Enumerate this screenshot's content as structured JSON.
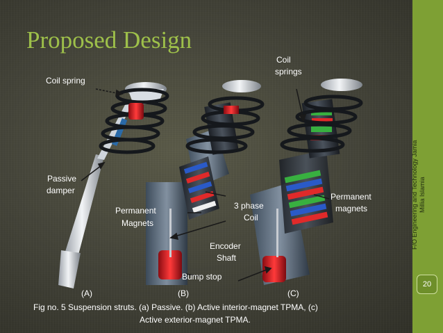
{
  "slide": {
    "title": "Proposed Design",
    "sidebar_text": "F/O Engineering and Technology Jamia Millia Islamia",
    "page_number": "20"
  },
  "labels": {
    "coil_spring": "Coil spring",
    "coil_springs_1": "Coil",
    "coil_springs_2": "springs",
    "passive_1": "Passive",
    "passive_2": "damper",
    "perm_mag_b_1": "Permanent",
    "perm_mag_b_2": "Magnets",
    "three_phase_1": "3 phase",
    "three_phase_2": "Coil",
    "perm_mag_c_1": "Permanent",
    "perm_mag_c_2": "magnets",
    "encoder_1": "Encoder",
    "encoder_2": "Shaft",
    "bump_stop": "Bump stop",
    "part_a": "(A)",
    "part_b": "(B)",
    "part_c": "(C)"
  },
  "caption": {
    "line1": "Fig no. 5    Suspension struts. (a) Passive. (b) Active interior-magnet TPMA,  (c)",
    "line2": "Active exterior-magnet TPMA."
  },
  "colors": {
    "title": "#9ec04a",
    "sidebar": "#7ea034",
    "background": "#45453a"
  }
}
